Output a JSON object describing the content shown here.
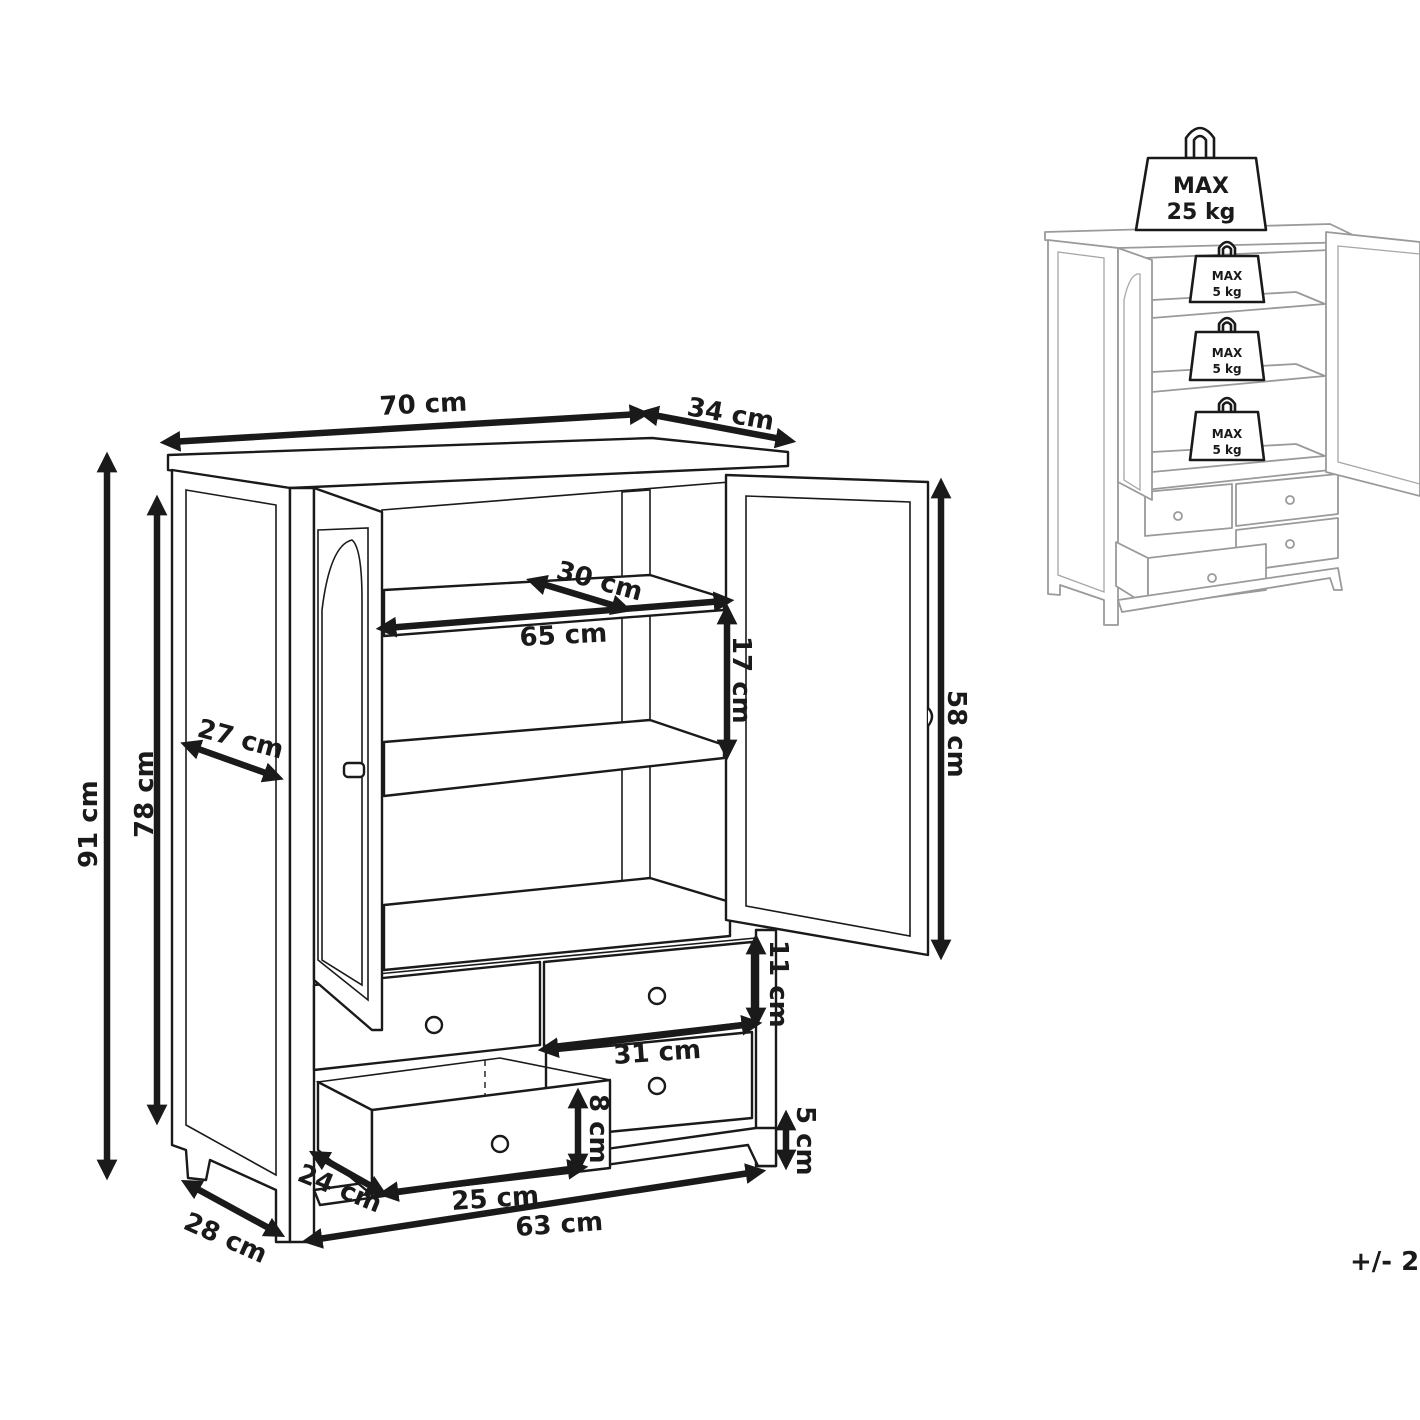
{
  "dimensions": {
    "width_top": "70 cm",
    "depth_top": "34 cm",
    "height_total": "91 cm",
    "height_body": "78 cm",
    "side_depth": "27 cm",
    "shelf_depth": "30 cm",
    "shelf_width": "65 cm",
    "shelf_gap": "17 cm",
    "door_height": "58 cm",
    "drawer_height_upper": "11 cm",
    "drawer_width_upper": "31 cm",
    "drawer_height_lower": "8 cm",
    "leg_height": "5 cm",
    "drawer_depth_lower": "24 cm",
    "drawer_width_lower": "25 cm",
    "base_width": "63 cm",
    "base_depth": "28 cm"
  },
  "load": {
    "top_max_label": "MAX",
    "top_max_value": "25 kg",
    "shelf_max_label": "MAX",
    "shelf_max_value": "5 kg"
  },
  "tolerance": "+/- 2"
}
